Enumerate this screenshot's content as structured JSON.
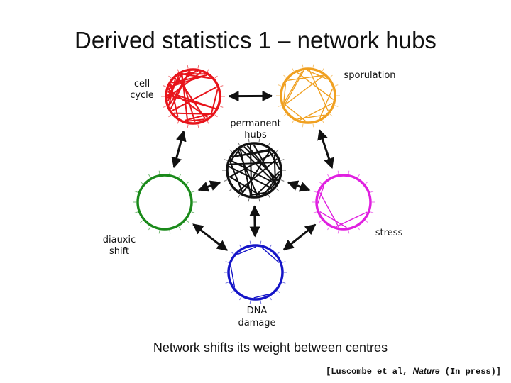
{
  "title": "Derived statistics 1 – network hubs",
  "caption": "Network shifts its weight between centres",
  "citation": {
    "open": "[Luscombe et al, ",
    "journal": "Nature",
    "close": " (In press)]"
  },
  "hubs": [
    {
      "id": "cell-cycle",
      "label": [
        "cell",
        "cycle"
      ],
      "color": "#e8141b"
    },
    {
      "id": "sporulation",
      "label": [
        "sporulation"
      ],
      "color": "#f0a020"
    },
    {
      "id": "permanent",
      "label": [
        "permanent",
        "hubs"
      ],
      "color": "#111111"
    },
    {
      "id": "diauxic",
      "label": [
        "diauxic",
        "shift"
      ],
      "color": "#1a8a1a"
    },
    {
      "id": "stress",
      "label": [
        "stress"
      ],
      "color": "#e020e0"
    },
    {
      "id": "dna",
      "label": [
        "DNA",
        "damage"
      ],
      "color": "#1515c8"
    }
  ]
}
